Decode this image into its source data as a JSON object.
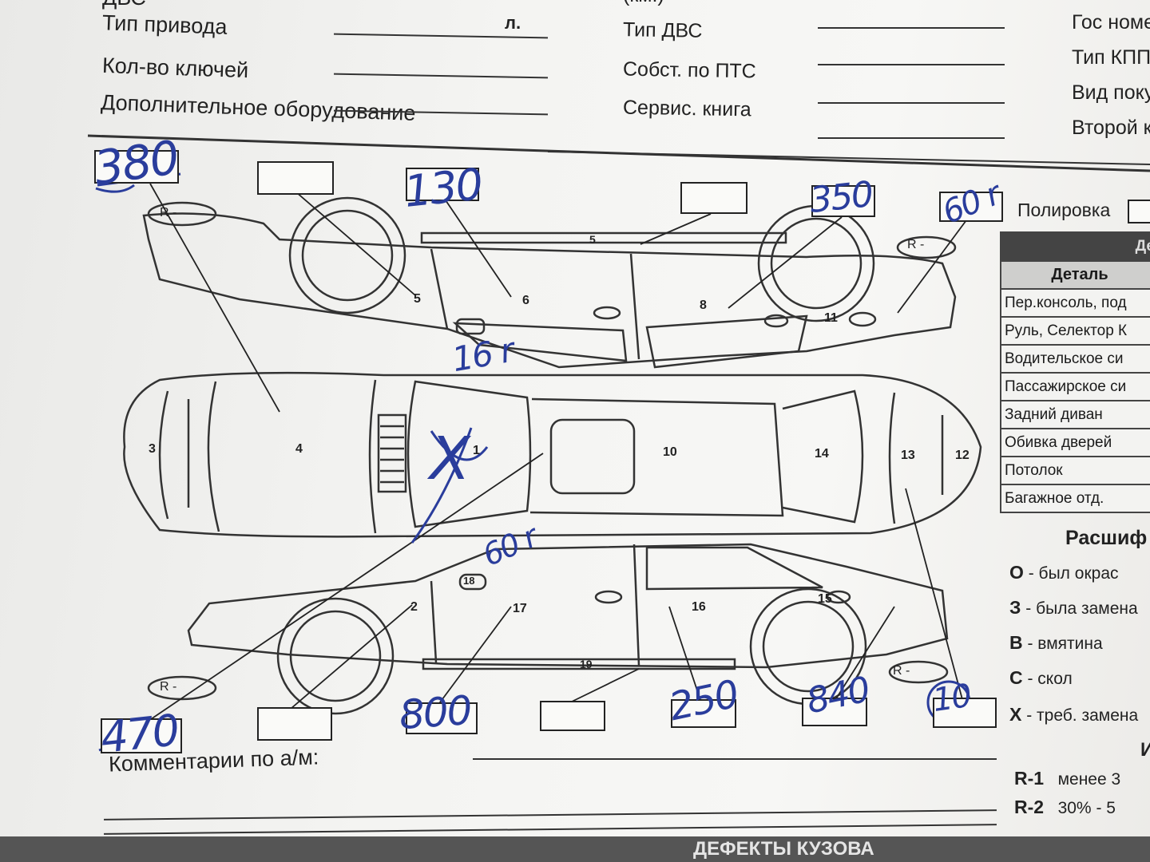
{
  "header": {
    "top_left_partial": "ДВС",
    "top_mid_partial": "(км.)",
    "col1": [
      {
        "label": "Тип привода",
        "unit": "л."
      },
      {
        "label": "Кол-во ключей"
      },
      {
        "label": "Дополнительное оборудование"
      }
    ],
    "col2": [
      {
        "label": "Тип ДВС"
      },
      {
        "label": "Собст. по ПТС"
      },
      {
        "label": "Сервис. книга"
      }
    ],
    "col3": [
      "Гос номе",
      "Тип КПП",
      "Вид поку",
      "Второй к"
    ]
  },
  "diagram": {
    "part_numbers": [
      "1",
      "2",
      "3",
      "4",
      "5",
      "5",
      "6",
      "8",
      "10",
      "11",
      "12",
      "13",
      "14",
      "15",
      "16",
      "17",
      "18",
      "19"
    ],
    "wheel_marks": [
      "R -",
      "R -",
      "R -",
      "R -"
    ],
    "polish_label": "Полировка"
  },
  "handwritten": {
    "top": [
      "380",
      "130",
      "350",
      "60 r"
    ],
    "middle": [
      "16 r",
      "X",
      "60 r"
    ],
    "bottom": [
      "470",
      "800",
      "250",
      "840",
      "10"
    ]
  },
  "parts_table": {
    "header_dark": "Де",
    "column_header": "Деталь",
    "rows": [
      "Пер.консоль, под",
      "Руль, Селектор К",
      "Водительское си",
      "Пассажирское си",
      "Задний диван",
      "Обивка дверей",
      "Потолок",
      "Багажное отд."
    ]
  },
  "legend": {
    "title": "Расшиф",
    "items": [
      {
        "key": "О",
        "text": "- был окрас"
      },
      {
        "key": "З",
        "text": "- была замена"
      },
      {
        "key": "В",
        "text": "- вмятина"
      },
      {
        "key": "С",
        "text": "- скол"
      },
      {
        "key": "Х",
        "text": "- треб. замена"
      }
    ],
    "r_header": "И",
    "r_items": [
      {
        "key": "R-1",
        "text": "менее 3"
      },
      {
        "key": "R-2",
        "text": "30% - 5"
      }
    ]
  },
  "comments_label": "Комментарии по а/м:",
  "footer_title": "ДЕФЕКТЫ КУЗОВА"
}
